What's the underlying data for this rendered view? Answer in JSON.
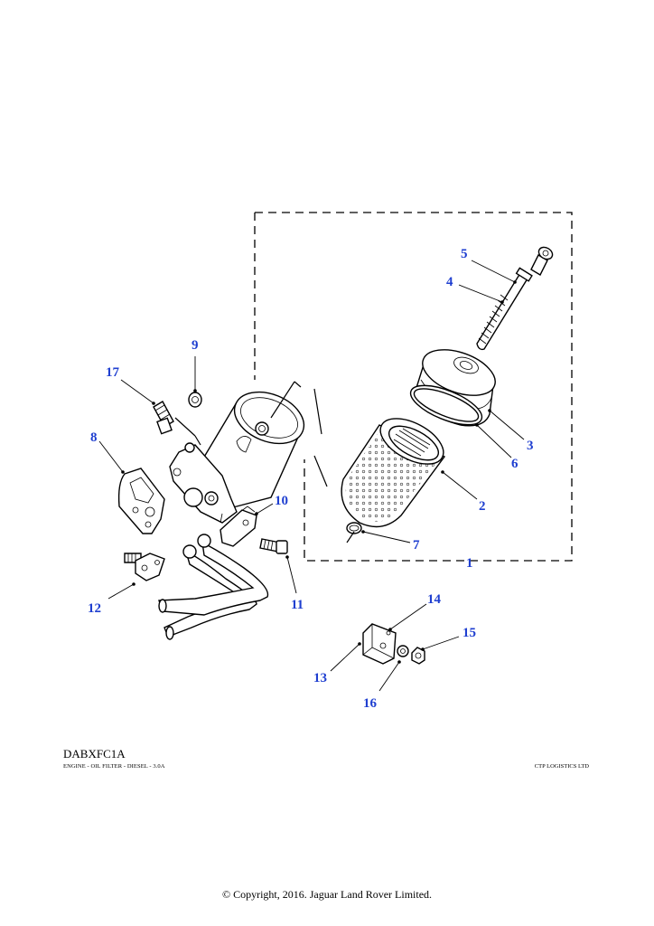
{
  "diagram": {
    "ref_code": "DABXFC1A",
    "caption_left": "ENGINE - OIL FILTER - DIESEL - 3.0A",
    "caption_right": "CTP LOGISTICS LTD",
    "copyright": "© Copyright, 2016. Jaguar Land Rover Limited.",
    "callout_color": "#1f3fd0",
    "callouts": {
      "c1": "1",
      "c2": "2",
      "c3": "3",
      "c4": "4",
      "c5": "5",
      "c6": "6",
      "c7": "7",
      "c8": "8",
      "c9": "9",
      "c10": "10",
      "c11": "11",
      "c12": "12",
      "c13": "13",
      "c14": "14",
      "c15": "15",
      "c16": "16",
      "c17": "17"
    }
  }
}
